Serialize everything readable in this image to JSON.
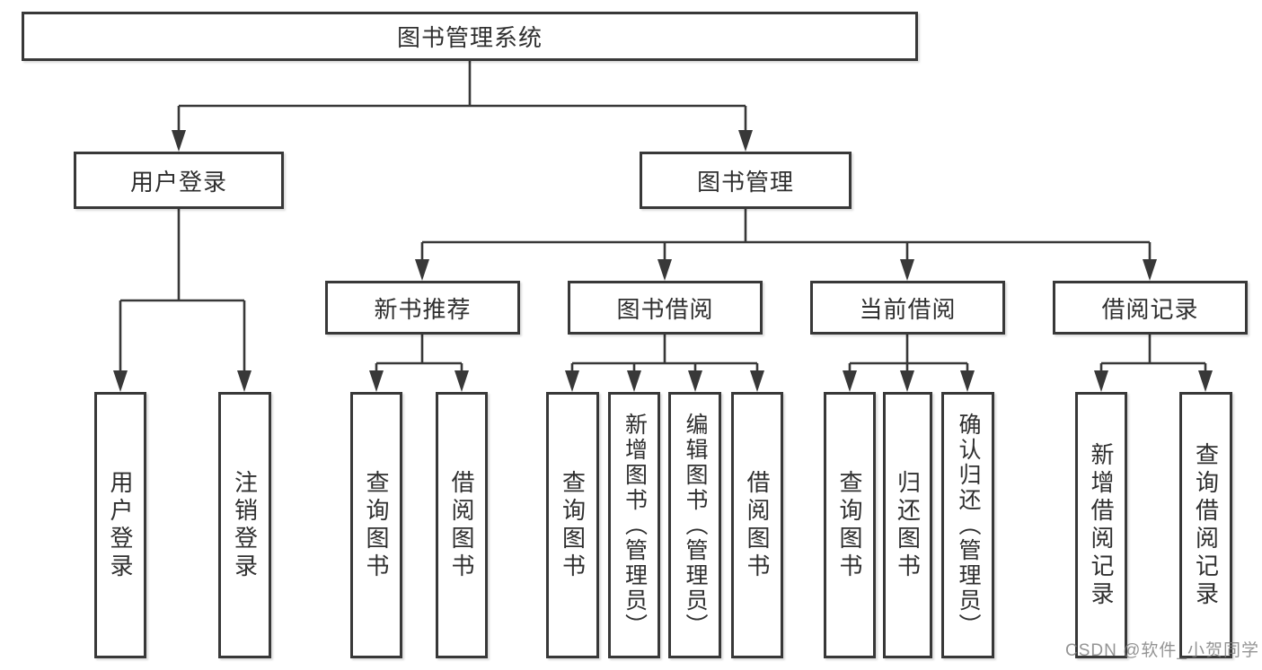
{
  "root": {
    "label": "图书管理系统"
  },
  "branches": {
    "user_login": {
      "label": "用户登录",
      "children": [
        {
          "label": "用户登录"
        },
        {
          "label": "注销登录"
        }
      ]
    },
    "book_mgmt": {
      "label": "图书管理",
      "modules": [
        {
          "label": "新书推荐",
          "children": [
            {
              "label": "查询图书"
            },
            {
              "label": "借阅图书"
            }
          ]
        },
        {
          "label": "图书借阅",
          "children": [
            {
              "label": "查询图书"
            },
            {
              "label": "新增图书（管理员）"
            },
            {
              "label": "编辑图书（管理员）"
            },
            {
              "label": "借阅图书"
            }
          ]
        },
        {
          "label": "当前借阅",
          "children": [
            {
              "label": "查询图书"
            },
            {
              "label": "归还图书"
            },
            {
              "label": "确认归还（管理员）"
            }
          ]
        },
        {
          "label": "借阅记录",
          "children": [
            {
              "label": "新增借阅记录"
            },
            {
              "label": "查询借阅记录"
            }
          ]
        }
      ]
    }
  },
  "watermark": {
    "text": "CSDN @软件_小贺同学"
  },
  "colors": {
    "line": "#383838",
    "text": "#2f2f2f",
    "box_background": "#ffffff",
    "watermark": "#7d7d7d"
  }
}
